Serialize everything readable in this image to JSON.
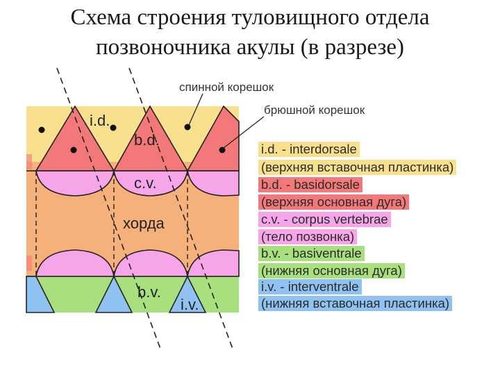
{
  "title": {
    "line1": "Схема строения туловищного отдела",
    "line2": "позвоночника акулы (в разрезе)"
  },
  "labels": {
    "id": "i.d.",
    "bd": "b.d.",
    "cv": "c.v.",
    "chorda": "хорда",
    "bv": "b.v.",
    "iv": "i.v.",
    "dorsal_root": "спинной корешок",
    "ventral_root": "брюшной корешок"
  },
  "legend": [
    {
      "text": "i.d. - interdorsale",
      "color": "#f9e08e"
    },
    {
      "text": "(верхняя вставочная пластинка)",
      "color": "#f9e08e"
    },
    {
      "text": "b.d. - basidorsale",
      "color": "#f3787a"
    },
    {
      "text": "(верхняя основная дуга)",
      "color": "#f3787a"
    },
    {
      "text": "c.v. - corpus vertebrae",
      "color": "#f6a6e8"
    },
    {
      "text": "(тело позвонка)",
      "color": "#f6a6e8"
    },
    {
      "text": "b.v. - basiventrale",
      "color": "#a8e07e"
    },
    {
      "text": "(нижняя основная дуга)",
      "color": "#a8e07e"
    },
    {
      "text": "i.v. - interventrale",
      "color": "#8fc2f0"
    },
    {
      "text": "(нижняя вставочная пластинка)",
      "color": "#8fc2f0"
    }
  ],
  "colors": {
    "interdorsale": "#f9e08e",
    "basidorsale": "#f3787a",
    "corpus": "#f6a6e8",
    "chorda": "#f6b07a",
    "basiventrale": "#a8e07e",
    "interventrale": "#8fc2f0"
  }
}
